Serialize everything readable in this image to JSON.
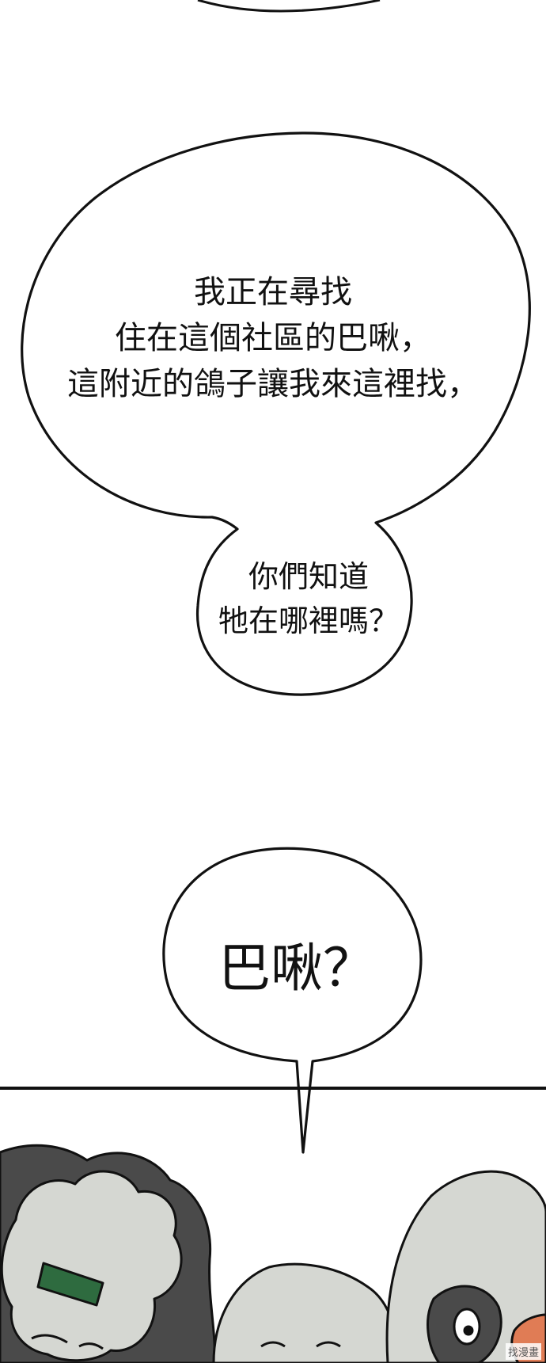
{
  "panel_1": {
    "speech_main": "我正在尋找\n住在這個社區的巴啾，\n這附近的鴿子讓我來這裡找，",
    "speech_question": "你們知道\n牠在哪裡嗎？"
  },
  "panel_2": {
    "speech_bachu": "巴啾？"
  },
  "watermark": "找漫畫",
  "colors": {
    "ink": "#111111",
    "background": "#ffffff",
    "pigeon_grey": "#d5d7d2",
    "pigeon_dark": "#4a4a4a",
    "band_green": "#2e6b3f",
    "beak_orange": "#e07c55"
  }
}
